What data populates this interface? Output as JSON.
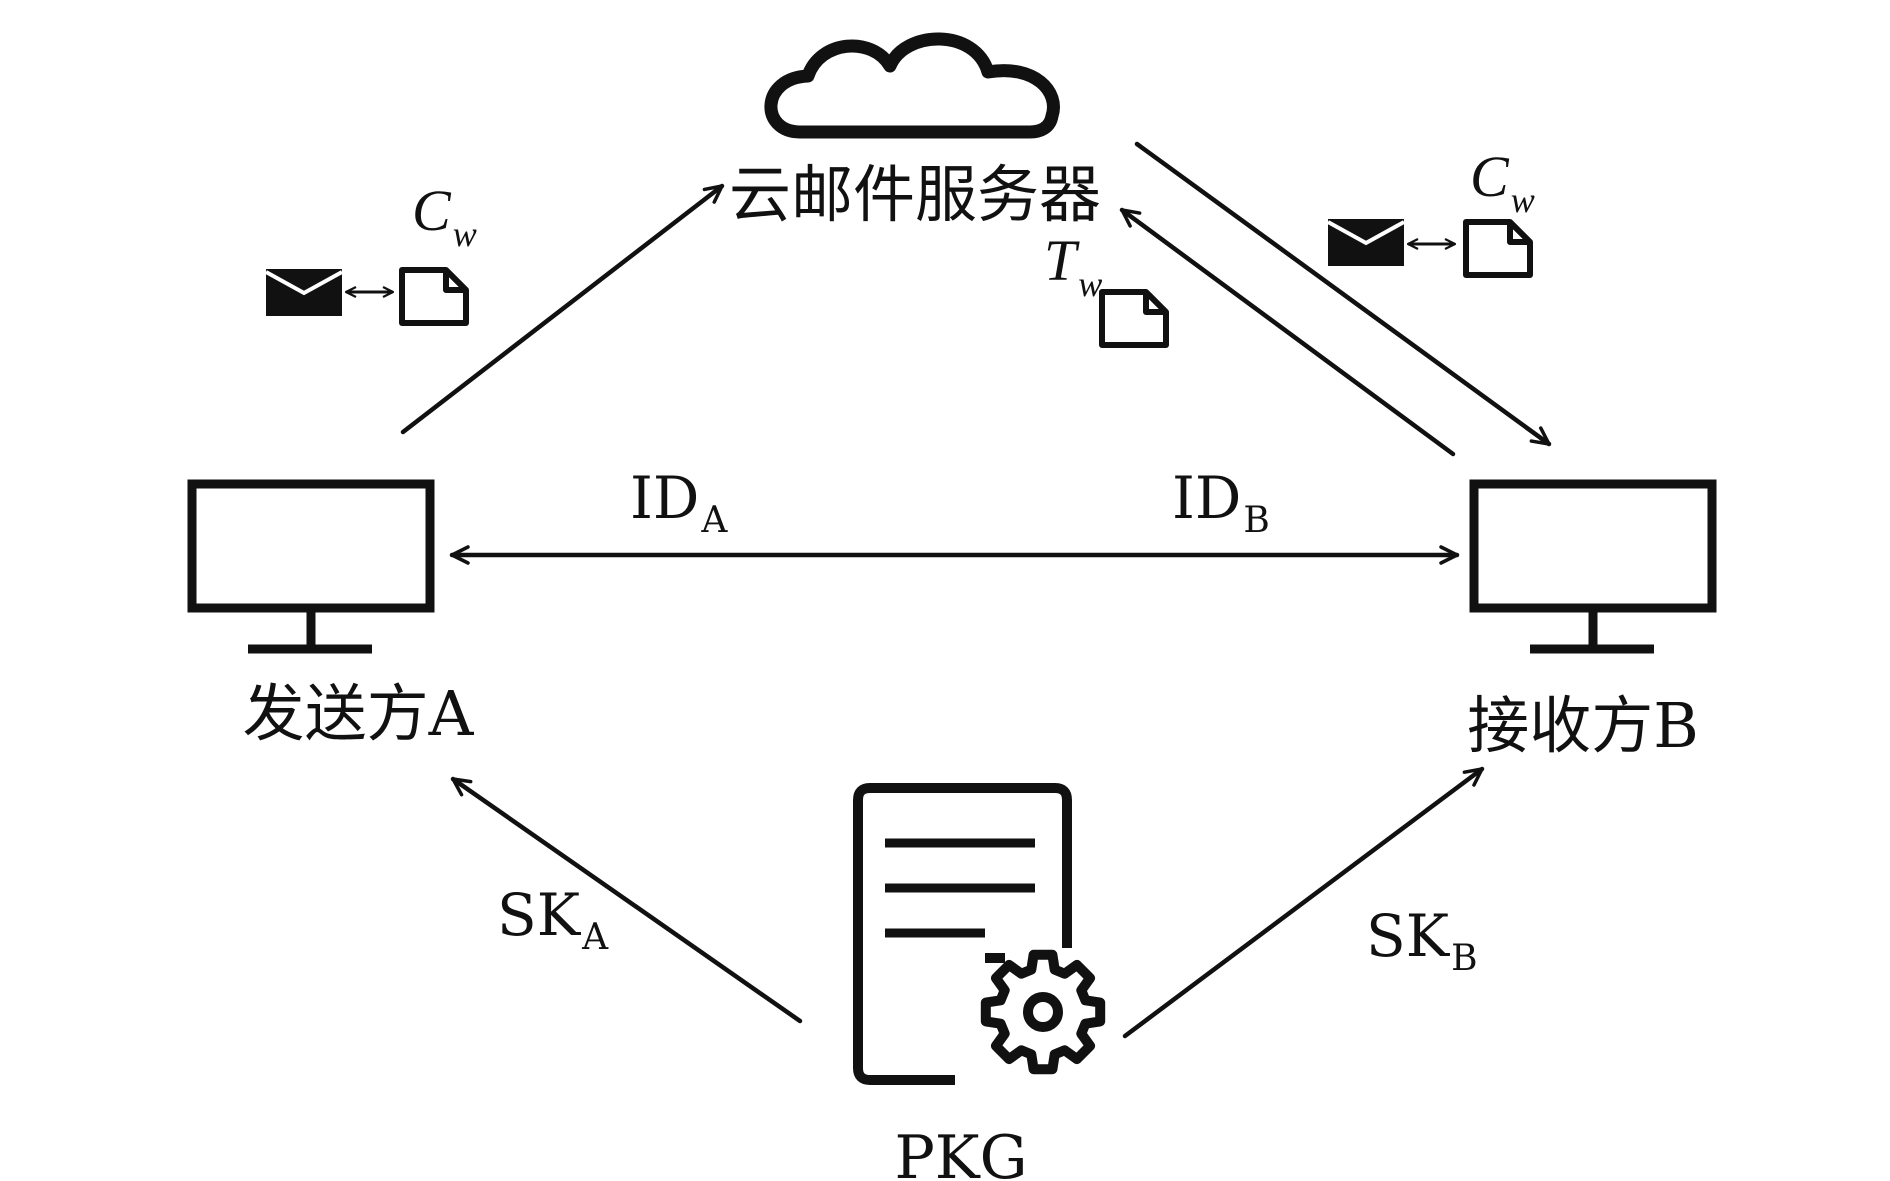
{
  "nodes": {
    "server": {
      "label": "云邮件服务器",
      "icon": "cloud-icon"
    },
    "sender": {
      "label": "发送方A",
      "icon": "monitor-icon"
    },
    "receiver": {
      "label": "接收方B",
      "icon": "monitor-icon"
    },
    "pkg": {
      "label": "PKG",
      "icon": "server-gear-icon"
    }
  },
  "edges": {
    "sender_to_server": {
      "symbol": "C",
      "subscript": "w",
      "icons": [
        "envelope-icon",
        "document-icon"
      ]
    },
    "receiver_to_server": {
      "symbol": "T",
      "subscript": "w",
      "icons": [
        "document-icon"
      ]
    },
    "server_to_receiver": {
      "symbol": "C",
      "subscript": "w",
      "icons": [
        "envelope-icon",
        "document-icon"
      ]
    },
    "identity_exchange": {
      "left": {
        "main": "ID",
        "sub": "A"
      },
      "right": {
        "main": "ID",
        "sub": "B"
      }
    },
    "pkg_to_sender": {
      "main": "SK",
      "sub": "A"
    },
    "pkg_to_receiver": {
      "main": "SK",
      "sub": "B"
    }
  },
  "colors": {
    "ink": "#111111",
    "background": "#ffffff"
  }
}
